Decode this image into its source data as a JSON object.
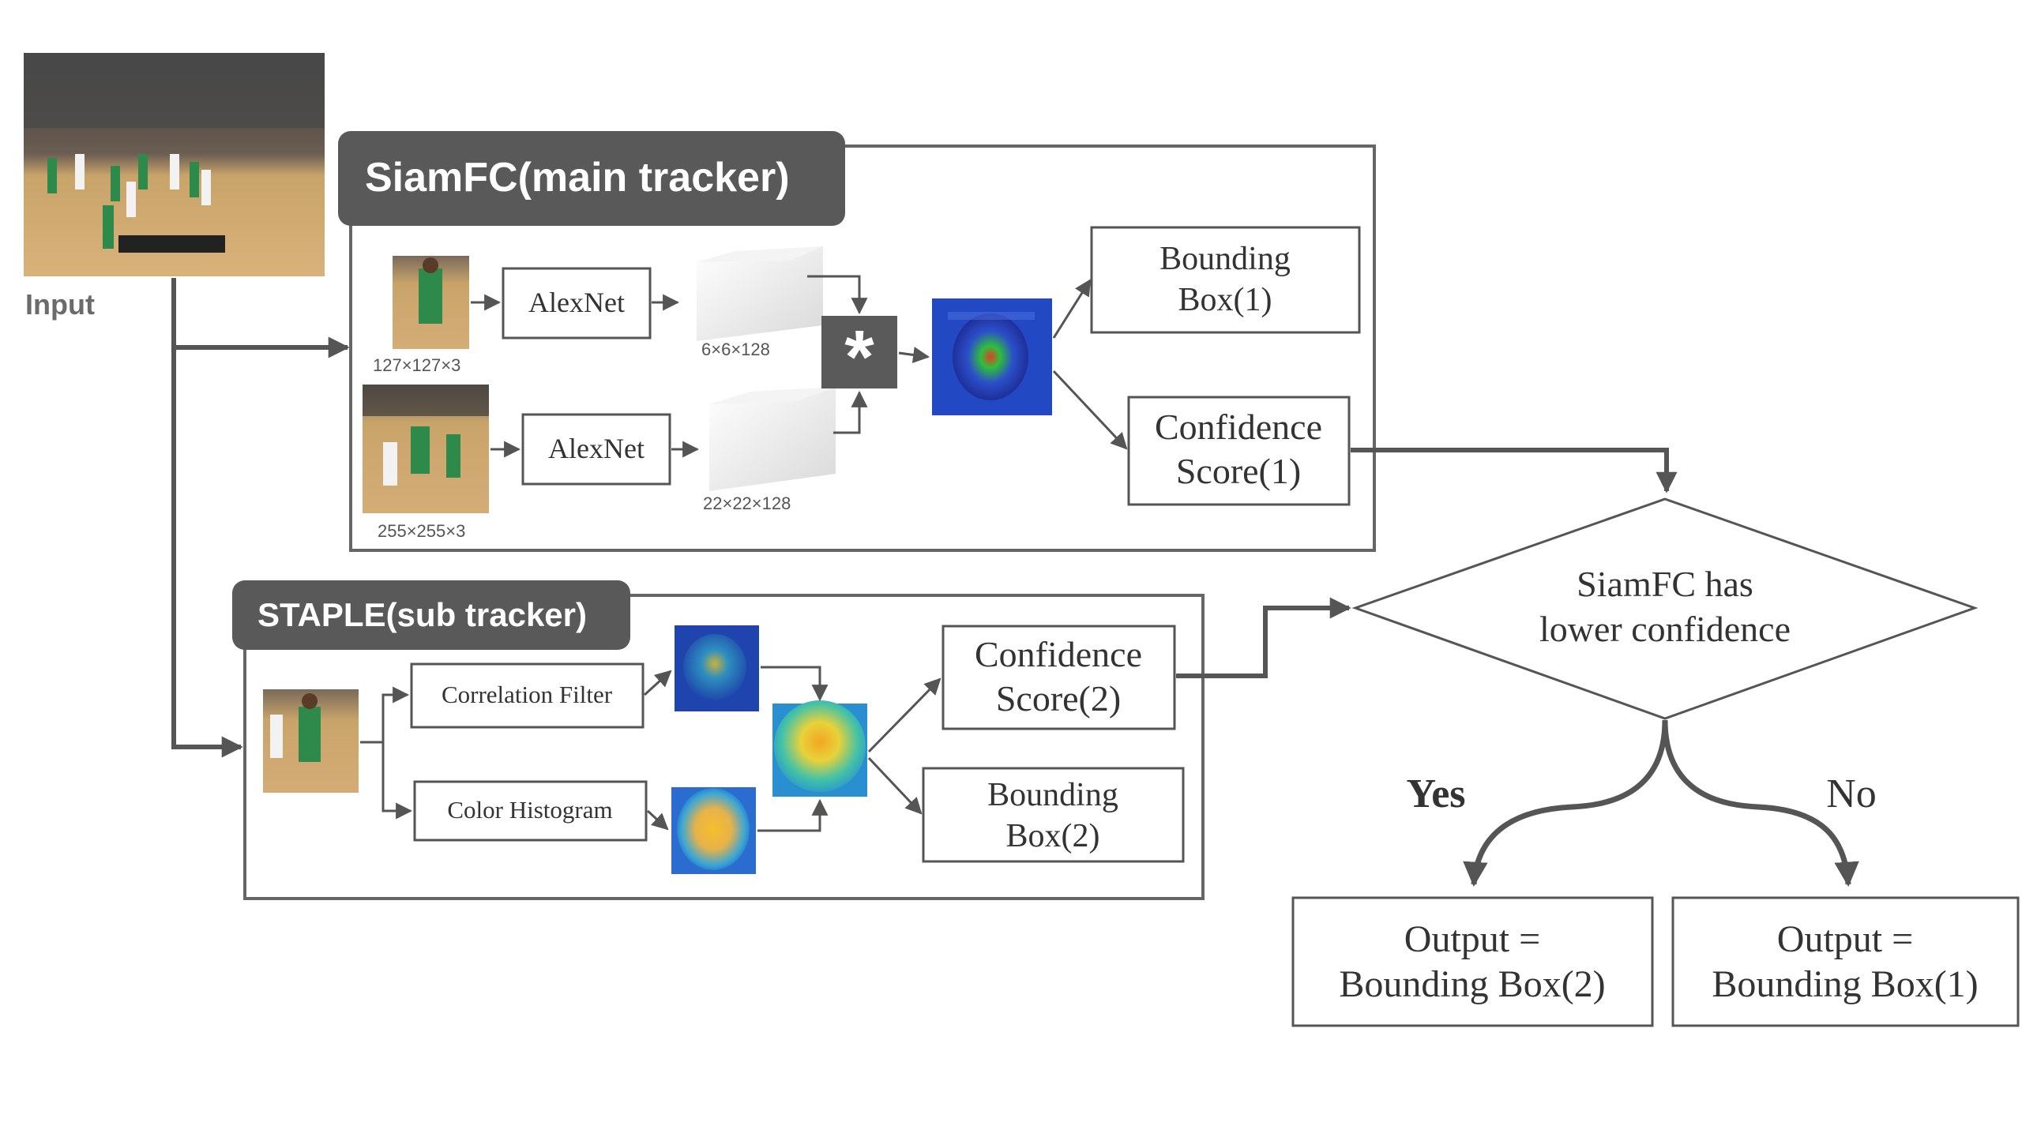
{
  "input": {
    "label": "Input"
  },
  "siamfc": {
    "title": "SiamFC(main tracker)",
    "template_size": "127×127×3",
    "search_size": "255×255×3",
    "alexnet_top": "AlexNet",
    "alexnet_bottom": "AlexNet",
    "feat_top": "6×6×128",
    "feat_bottom": "22×22×128",
    "corr_symbol": "*",
    "bbox": [
      "Bounding",
      "Box(1)"
    ],
    "conf": [
      "Confidence",
      "Score(1)"
    ]
  },
  "staple": {
    "title": "STAPLE(sub tracker)",
    "corr_filter": "Correlation Filter",
    "color_hist": "Color Histogram",
    "conf": [
      "Confidence",
      "Score(2)"
    ],
    "bbox": [
      "Bounding",
      "Box(2)"
    ]
  },
  "decision": {
    "question": [
      "SiamFC has",
      "lower confidence"
    ],
    "yes": "Yes",
    "no": "No"
  },
  "outputs": {
    "left": [
      "Output =",
      "Bounding Box(2)"
    ],
    "right": [
      "Output =",
      "Bounding Box(1)"
    ]
  },
  "colors": {
    "line": "#555555",
    "title_bg": "#595959",
    "title_fg": "#ffffff",
    "heat_low": "#1a3fa8",
    "heat_mid": "#3fbf9f",
    "heat_high": "#f2c42a"
  }
}
